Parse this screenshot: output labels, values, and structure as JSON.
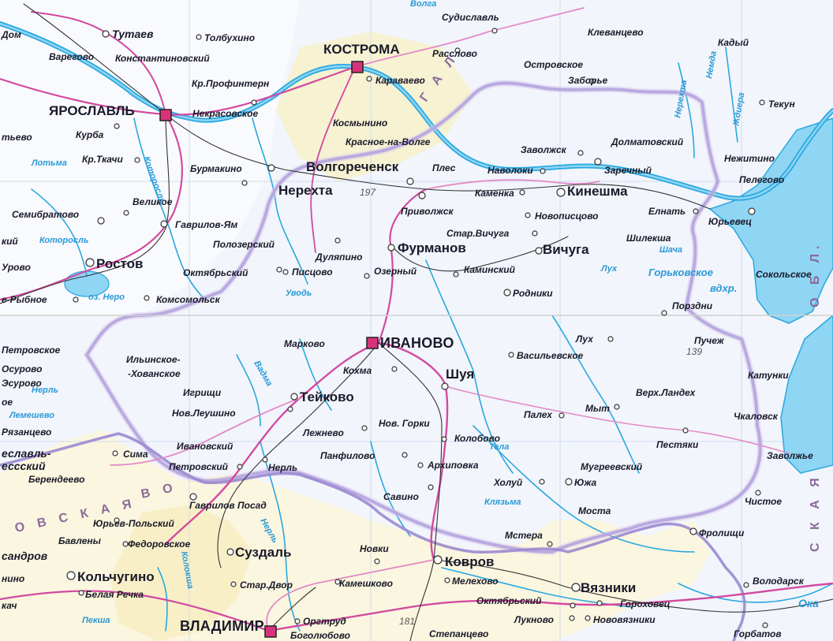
{
  "colors": {
    "land_in": "#f2f5fb",
    "land_out": "#fbf7e4",
    "yaroslavl_area": "#f9fafd",
    "highlight_yellow": "#f7f0c4",
    "water": "#2aa8e0",
    "water_fill": "#8fd5f4",
    "border": "#9a8ad0",
    "border_inner": "#c8b4e8",
    "road_major": "#d24aa0",
    "road_minor": "#e48ac8",
    "rail": "#333333",
    "capital": "#d8337a",
    "grid": "#c0d4ea"
  },
  "place_names": [
    "Тутаев",
    "Толбухино",
    "Варегово",
    "Константиновский",
    "Кр.Профинтерн",
    "ЯРОСЛАВЛЬ",
    "Некрасовское",
    "Курба",
    "Кр.Ткачи",
    "Бурмакино",
    "Великое",
    "Семибратово",
    "Гаврилов-Ям",
    "Полозерский",
    "Ростов",
    "Октябрьский",
    "Комсомольск",
    "Судиславль",
    "Расслово",
    "Клеванцево",
    "Кадый",
    "КОСТРОМА",
    "Караваево",
    "Островское",
    "Заборье",
    "Текун",
    "Космынино",
    "Красное-на-Волге",
    "Заволжск",
    "Долматовский",
    "Нежитино",
    "Волгореченск",
    "Плес",
    "Наволоки",
    "Заречный",
    "Пелегово",
    "Нерехта",
    "Каменка",
    "Кинешма",
    "Приволжск",
    "Новописцово",
    "Елнать",
    "Юрьевец",
    "Стар.Вичуга",
    "Шилекша",
    "Дуляпино",
    "Фурманов",
    "Вичуга",
    "Писцово",
    "Озерный",
    "Каминский",
    "Сокольское",
    "Родники",
    "Порздни",
    "Петровское",
    "Ильинское-",
    "-Хованское",
    "Марково",
    "ИВАНОВО",
    "Лух",
    "Пучеж",
    "Осурово",
    "Кохма",
    "Васильевское",
    "Катунки",
    "Игрищи",
    "Тейково",
    "Шуя",
    "Верх.Ландех",
    "Нов.Леушино",
    "Палех",
    "Мыт",
    "Чкаловск",
    "Рязанцево",
    "Лежнево",
    "Нов. Горки",
    "Колобово",
    "Пестяки",
    "Сима",
    "Ивановский",
    "Заволжье",
    "еславль-",
    "ессский",
    "Петровский",
    "Панфилово",
    "Архиповка",
    "Мугреевский",
    "Берендеево",
    "Нерль",
    "Холуй",
    "Южа",
    "Гаврилов Посад",
    "Чистое",
    "Савино",
    "Моста",
    "Юрьев-Польский",
    "Фролищи",
    "Бавлены",
    "Федоровское",
    "Мстера",
    "Суздаль",
    "Новки",
    "Ковров",
    "сандров",
    "Кольчугино",
    "Камешково",
    "Мелехово",
    "Вязники",
    "Володарск",
    "нино",
    "Белая Речка",
    "Стар.Двор",
    "Октябрьский",
    "Гороховец",
    "кач",
    "ВЛАДИМИР",
    "Оргтруд",
    "Лукново",
    "Нововязники",
    "Боголюбово",
    "Степанцево",
    "Горбатов",
    "Дом",
    "тьево",
    "Урово",
    "е-Рыбное",
    "кий",
    "Эсурово",
    "ое"
  ],
  "water_names": [
    "Волга",
    "Горьковское",
    "вдхр.",
    "оз. Неро",
    "Которосль",
    "Уводь",
    "Лух",
    "Нерехта",
    "Тела",
    "Клязьма",
    "Ока",
    "Нерль",
    "Колокша",
    "Пекша",
    "Шача",
    "Немда",
    "Ждиера",
    "Лотьма",
    "Вадма",
    "Лемешево",
    "Нерль",
    "Которосль"
  ],
  "region_labels": [
    "Г А Л",
    "О Б Л.",
    "С К А Я",
    "О В С К А Я",
    "В О"
  ],
  "heights": [
    "197",
    "139",
    "181"
  ]
}
